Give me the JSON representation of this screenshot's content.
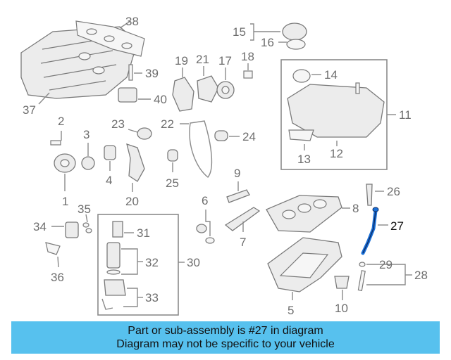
{
  "diagram": {
    "callouts": [
      {
        "id": "1",
        "label": "1"
      },
      {
        "id": "2",
        "label": "2"
      },
      {
        "id": "3",
        "label": "3"
      },
      {
        "id": "4",
        "label": "4"
      },
      {
        "id": "5",
        "label": "5"
      },
      {
        "id": "6",
        "label": "6"
      },
      {
        "id": "7",
        "label": "7"
      },
      {
        "id": "8",
        "label": "8"
      },
      {
        "id": "9",
        "label": "9"
      },
      {
        "id": "10",
        "label": "10"
      },
      {
        "id": "11",
        "label": "11"
      },
      {
        "id": "12",
        "label": "12"
      },
      {
        "id": "13",
        "label": "13"
      },
      {
        "id": "14",
        "label": "14"
      },
      {
        "id": "15",
        "label": "15"
      },
      {
        "id": "16",
        "label": "16"
      },
      {
        "id": "17",
        "label": "17"
      },
      {
        "id": "18",
        "label": "18"
      },
      {
        "id": "19",
        "label": "19"
      },
      {
        "id": "20",
        "label": "20"
      },
      {
        "id": "21",
        "label": "21"
      },
      {
        "id": "22",
        "label": "22"
      },
      {
        "id": "23",
        "label": "23"
      },
      {
        "id": "24",
        "label": "24"
      },
      {
        "id": "25",
        "label": "25"
      },
      {
        "id": "26",
        "label": "26"
      },
      {
        "id": "27",
        "label": "27"
      },
      {
        "id": "28",
        "label": "28"
      },
      {
        "id": "29",
        "label": "29"
      },
      {
        "id": "30",
        "label": "30"
      },
      {
        "id": "31",
        "label": "31"
      },
      {
        "id": "32",
        "label": "32"
      },
      {
        "id": "33",
        "label": "33"
      },
      {
        "id": "34",
        "label": "34"
      },
      {
        "id": "35",
        "label": "35"
      },
      {
        "id": "36",
        "label": "36"
      },
      {
        "id": "37",
        "label": "37"
      },
      {
        "id": "38",
        "label": "38"
      },
      {
        "id": "39",
        "label": "39"
      },
      {
        "id": "40",
        "label": "40"
      }
    ],
    "highlighted_part": "27",
    "highlight_color": "#1a6fd6"
  },
  "banner": {
    "line1": "Part or sub-assembly is #27 in diagram",
    "line2": "Diagram may not be specific to your vehicle",
    "background": "#57c1ee"
  }
}
